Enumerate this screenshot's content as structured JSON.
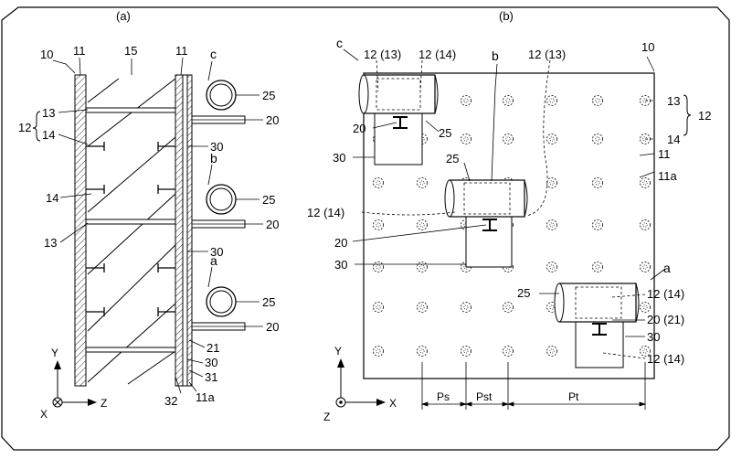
{
  "panel_a": {
    "caption": "(a)",
    "refs": {
      "r10": "10",
      "r11_left": "11",
      "r11_right": "11",
      "r15": "15",
      "r12": "12",
      "r13_top": "13",
      "r14_top": "14",
      "c": "c",
      "b": "b",
      "a": "a",
      "r25_c": "25",
      "r25_b": "25",
      "r25_a": "25",
      "r20_c": "20",
      "r20_b": "20",
      "r20_a": "20",
      "r30_top": "30",
      "r30_mid": "30",
      "r30_bot": "30",
      "r14_mid": "14",
      "r13_mid": "13",
      "r21": "21",
      "r31": "31",
      "r32": "32",
      "r11a": "11a"
    },
    "axes": {
      "y": "Y",
      "x": "X",
      "z": "Z"
    }
  },
  "panel_b": {
    "caption": "(b)",
    "refs": {
      "c": "c",
      "b": "b",
      "a": "a",
      "r10": "10",
      "r12_13_left": "12 (13)",
      "r12_14_top": "12 (14)",
      "r12_13_right": "12 (13)",
      "r13": "13",
      "r14": "14",
      "r12": "12",
      "r20_c": "20",
      "r25_c": "25",
      "r30_c": "30",
      "r11": "11",
      "r11a": "11a",
      "r25_b": "25",
      "r12_14_left": "12 (14)",
      "r20_b": "20",
      "r30_b": "30",
      "r25_a": "25",
      "r12_14_a": "12 (14)",
      "r20_21": "20 (21)",
      "r30_a": "30",
      "r12_14_bottom": "12 (14)"
    },
    "axes": {
      "y": "Y",
      "z": "Z",
      "x": "X"
    },
    "pitches": {
      "ps": "Ps",
      "pst": "Pst",
      "pt": "Pt"
    }
  }
}
